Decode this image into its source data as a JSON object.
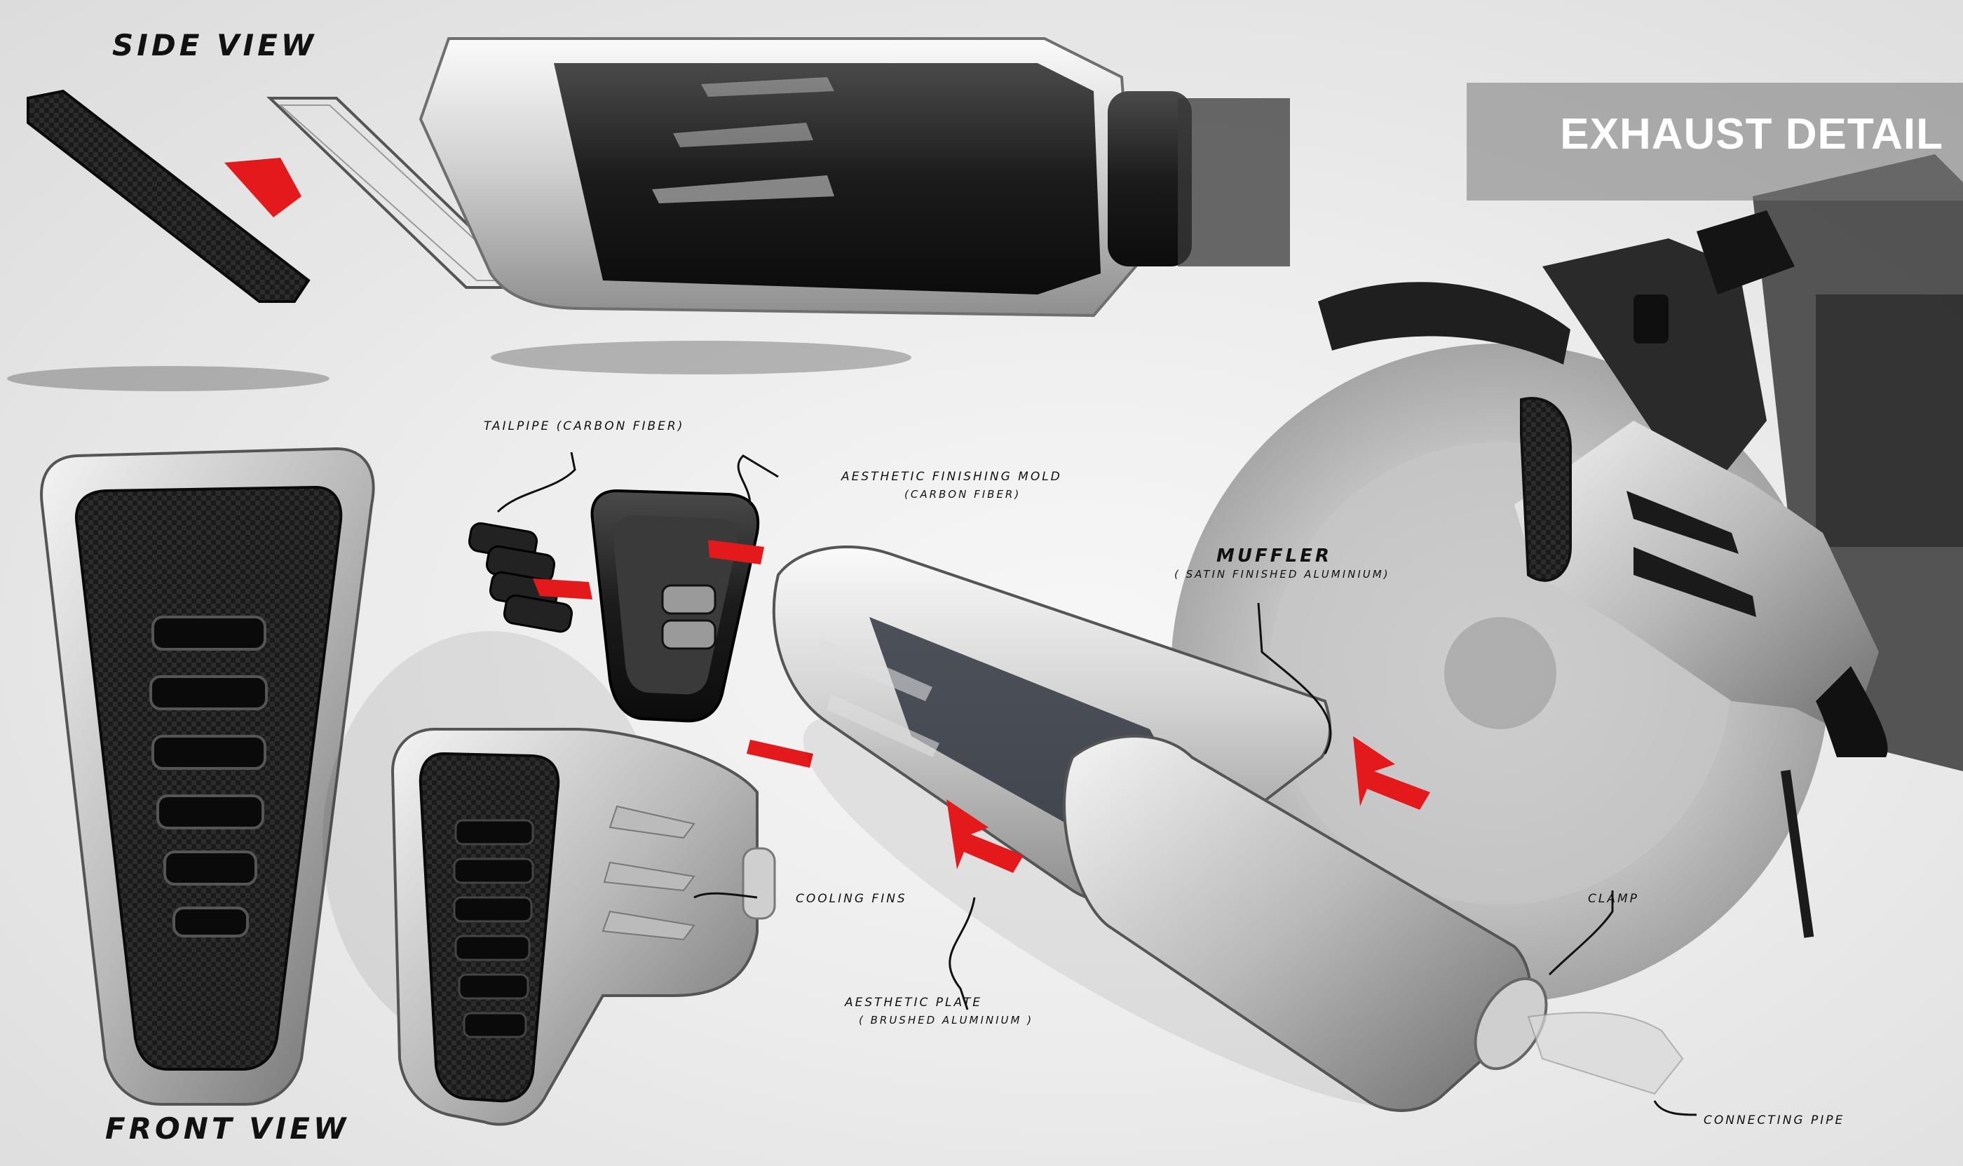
{
  "banner": {
    "title": "EXHAUST DETAIL"
  },
  "views": {
    "side": "SIDE VIEW",
    "front": "FRONT VIEW"
  },
  "callouts": {
    "tailpipe": {
      "title": "TAILPIPE",
      "note": "(CARBON FIBER)"
    },
    "finishing_mold": {
      "title": "AESTHETIC FINISHING MOLD",
      "note": "(CARBON FIBER)"
    },
    "muffler": {
      "title": "MUFFLER",
      "note": "( SATIN FINISHED ALUMINIUM)"
    },
    "cooling_fins": {
      "title": "COOLING FINS"
    },
    "aesthetic_plate": {
      "title": "AESTHETIC PLATE",
      "note": "( BRUSHED ALUMINIUM )"
    },
    "clamp": {
      "title": "CLAMP"
    },
    "connecting_pipe": {
      "title": "CONNECTING PIPE"
    }
  },
  "colors": {
    "accent_red": "#e3191c",
    "carbon": "#1c1c1c",
    "aluminium": "#d8d8d8",
    "banner": "#7a7a7a"
  }
}
